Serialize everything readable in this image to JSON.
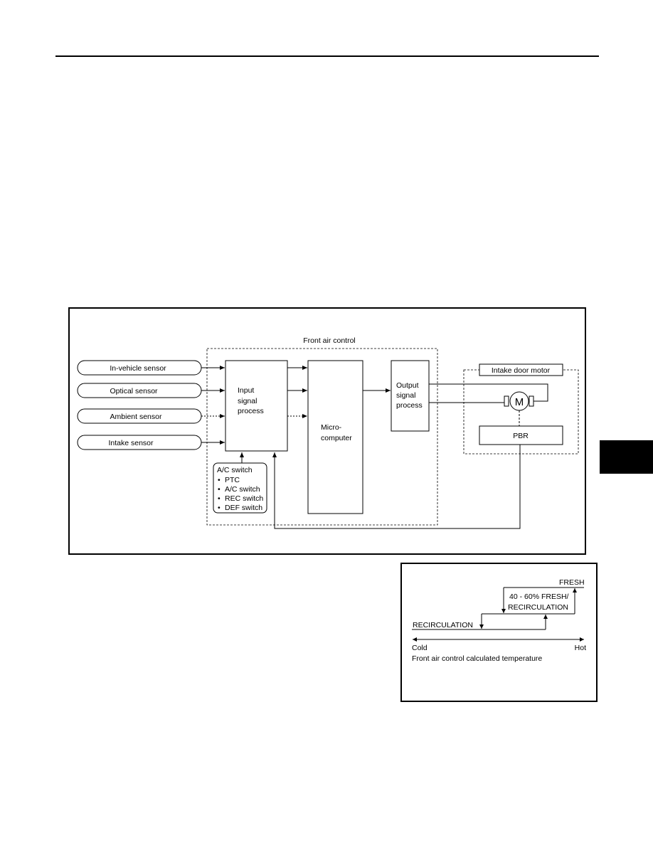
{
  "block_diagram": {
    "group_label": "Front air control",
    "sensors": [
      "In-vehicle sensor",
      "Optical sensor",
      "Ambient sensor",
      "Intake sensor"
    ],
    "input_block": [
      "Input",
      "signal",
      "process"
    ],
    "micro_block": [
      "Micro-",
      "computer"
    ],
    "output_block": [
      "Output",
      "signal",
      "process"
    ],
    "ac_switch": {
      "title": "A/C switch",
      "items": [
        "PTC",
        "A/C switch",
        "REC switch",
        "DEF switch"
      ]
    },
    "motor_group_label": "Intake door motor",
    "motor_symbol": "M",
    "pbr_label": "PBR"
  },
  "control_chart": {
    "fresh_label": "FRESH",
    "mid_label_line1": "40 - 60% FRESH/",
    "mid_label_line2": "RECIRCULATION",
    "recirc_label": "RECIRCULATION",
    "cold_label": "Cold",
    "hot_label": "Hot",
    "axis_title": "Front air control calculated temperature"
  }
}
